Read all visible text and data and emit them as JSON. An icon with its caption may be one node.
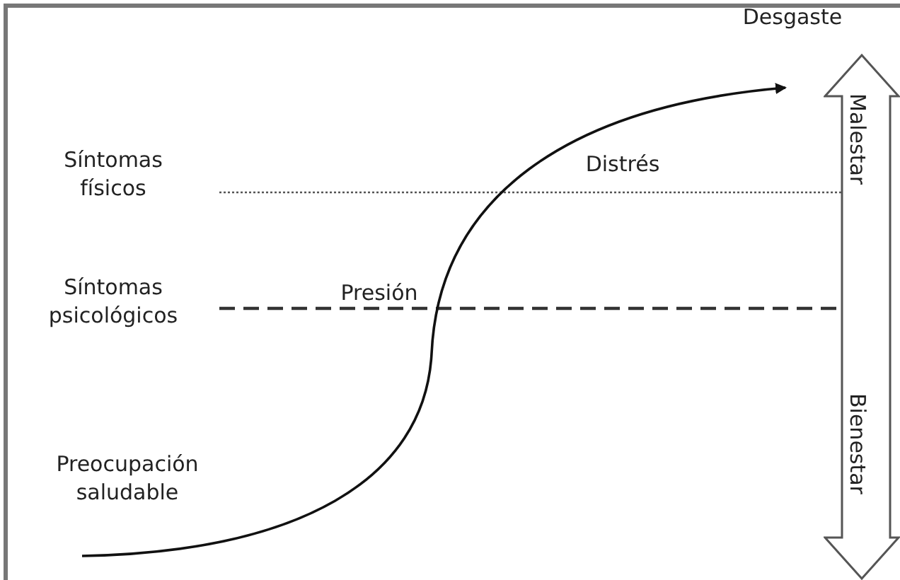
{
  "diagram": {
    "nodes": [
      {
        "text": [
          "Malestar",
          "Bienestar"
        ]
      }
    ],
    "labels": [
      "Desgaste",
      "Síntomas físicos",
      "Distrés",
      "Síntomas psicológicos",
      "Presión",
      "Preocupación saludable"
    ]
  }
}
